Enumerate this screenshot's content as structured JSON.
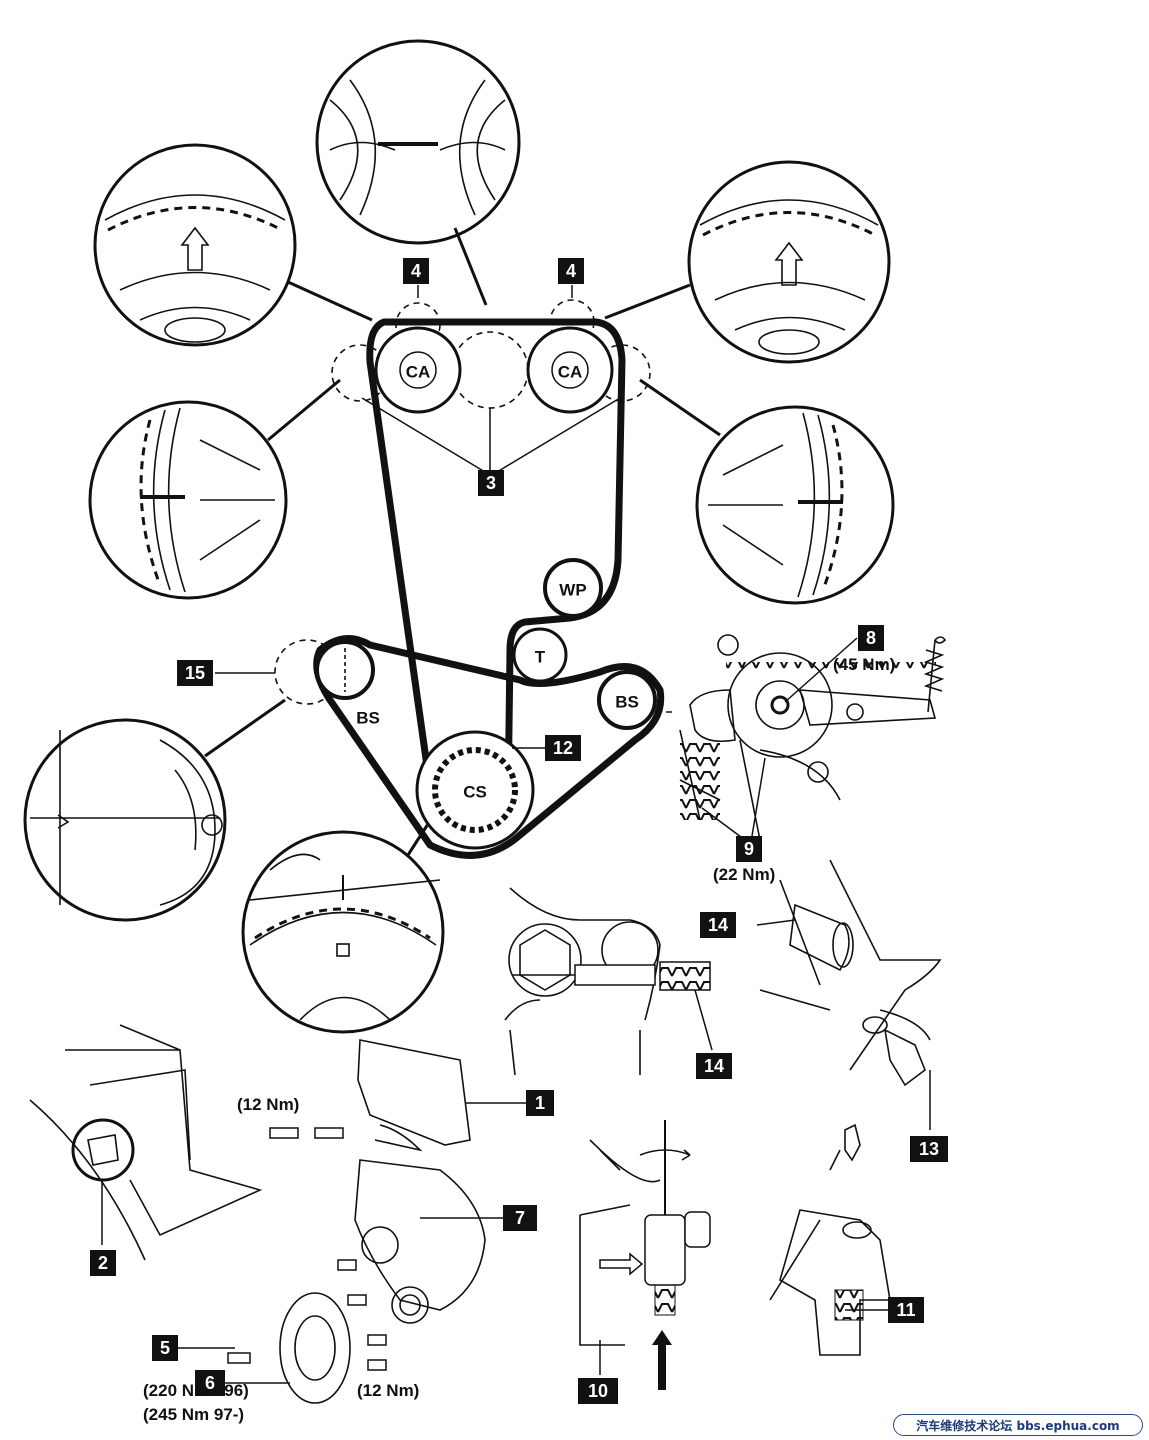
{
  "callouts": {
    "n1": "1",
    "n2": "2",
    "n3": "3",
    "n4a": "4",
    "n4b": "4",
    "n5": "5",
    "n6": "6",
    "n7": "7",
    "n8": "8",
    "n9": "9",
    "n10": "10",
    "n11": "11",
    "n12": "12",
    "n13": "13",
    "n14a": "14",
    "n14b": "14",
    "n15": "15"
  },
  "pulleys": {
    "ca_left": "CA",
    "ca_right": "CA",
    "wp": "WP",
    "t": "T",
    "bs_left": "BS",
    "bs_right": "BS",
    "cs": "CS"
  },
  "torques": {
    "n8": "(45 Nm)",
    "n9": "(22 Nm)",
    "n1": "(12 Nm)",
    "n6": "(12 Nm)",
    "n5_a": "(220 Nm - 96)",
    "n5_b": "(245 Nm 97-)"
  },
  "watermark": "汽车维修技术论坛 bbs.ephua.com"
}
